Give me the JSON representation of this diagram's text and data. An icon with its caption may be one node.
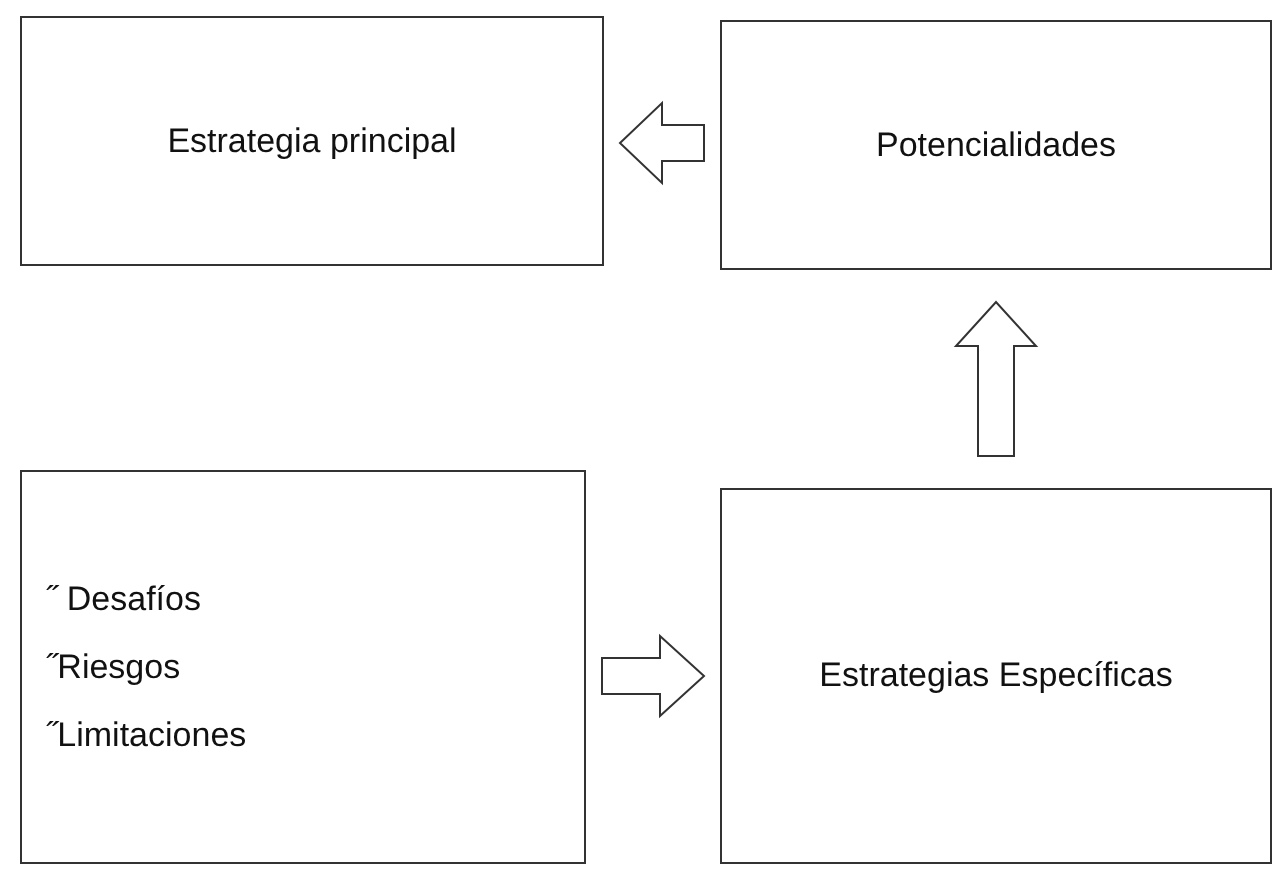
{
  "diagram": {
    "nodes": [
      {
        "text": [
          "Estrategia principal"
        ]
      },
      {
        "text": [
          "Potencialidades"
        ]
      },
      {
        "text": [
          "˝ Desafíos",
          "˝Riesgos",
          "˝Limitaciones"
        ]
      },
      {
        "text": [
          "Estrategias Específicas"
        ]
      }
    ],
    "edges": [
      {
        "from": 1,
        "to": 0,
        "arrow": "to"
      },
      {
        "from": 2,
        "to": 3,
        "arrow": "to"
      },
      {
        "from": 3,
        "to": 1,
        "arrow": "to"
      }
    ]
  }
}
